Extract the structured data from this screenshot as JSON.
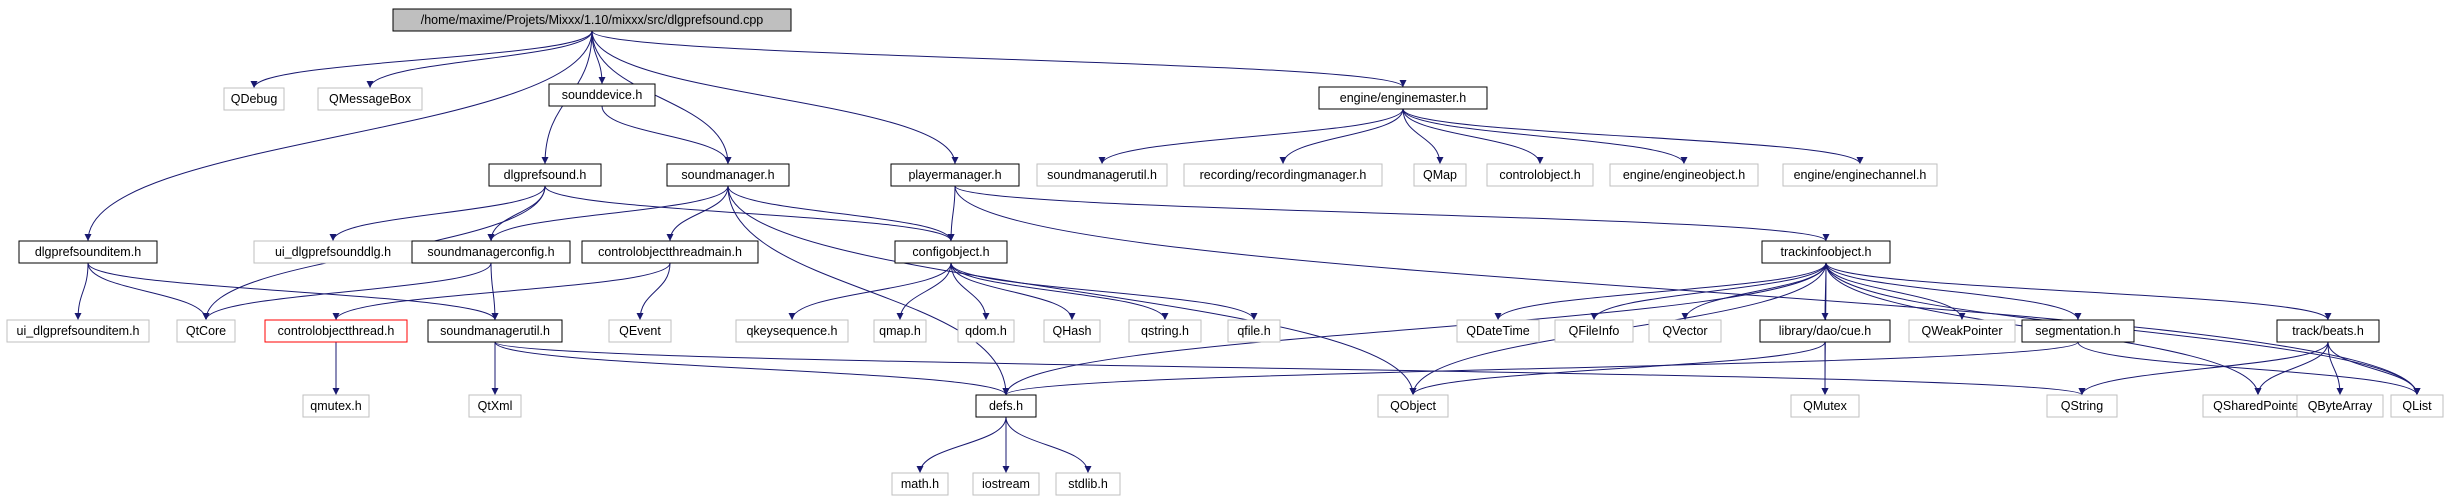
{
  "colors": {
    "edge": "#191970",
    "documented_border": "#000000",
    "undocumented_border": "#bfbfbf",
    "root_fill": "#bfbfbf",
    "incomplete_border": "#ff0000"
  },
  "nodes": [
    {
      "id": "root",
      "label": "/home/maxime/Projets/Mixxx/1.10/mixxx/src/dlgprefsound.cpp",
      "style": "root"
    },
    {
      "id": "qdebug",
      "label": "QDebug",
      "style": "grey"
    },
    {
      "id": "qmessagebox",
      "label": "QMessageBox",
      "style": "grey"
    },
    {
      "id": "sounddevice",
      "label": "sounddevice.h",
      "style": "doc"
    },
    {
      "id": "enginemaster",
      "label": "engine/enginemaster.h",
      "style": "doc"
    },
    {
      "id": "dlgprefsound_h",
      "label": "dlgprefsound.h",
      "style": "doc"
    },
    {
      "id": "soundmanager",
      "label": "soundmanager.h",
      "style": "doc"
    },
    {
      "id": "playermanager",
      "label": "playermanager.h",
      "style": "doc"
    },
    {
      "id": "soundmanagerutil_grey",
      "label": "soundmanagerutil.h",
      "style": "grey"
    },
    {
      "id": "recordingmanager",
      "label": "recording/recordingmanager.h",
      "style": "grey"
    },
    {
      "id": "qmap",
      "label": "QMap",
      "style": "grey"
    },
    {
      "id": "controlobject",
      "label": "controlobject.h",
      "style": "grey"
    },
    {
      "id": "engineobject",
      "label": "engine/engineobject.h",
      "style": "grey"
    },
    {
      "id": "enginechannel",
      "label": "engine/enginechannel.h",
      "style": "grey"
    },
    {
      "id": "dlgprefsounditem",
      "label": "dlgprefsounditem.h",
      "style": "doc"
    },
    {
      "id": "ui_dlgprefsounddlg",
      "label": "ui_dlgprefsounddlg.h",
      "style": "grey"
    },
    {
      "id": "soundmanagerconfig",
      "label": "soundmanagerconfig.h",
      "style": "doc"
    },
    {
      "id": "controlobjectthreadmain",
      "label": "controlobjectthreadmain.h",
      "style": "doc"
    },
    {
      "id": "configobject",
      "label": "configobject.h",
      "style": "doc"
    },
    {
      "id": "trackinfoobject",
      "label": "trackinfoobject.h",
      "style": "doc"
    },
    {
      "id": "ui_dlgprefsounditem",
      "label": "ui_dlgprefsounditem.h",
      "style": "grey"
    },
    {
      "id": "qtcore",
      "label": "QtCore",
      "style": "grey"
    },
    {
      "id": "controlobjectthread",
      "label": "controlobjectthread.h",
      "style": "red"
    },
    {
      "id": "soundmanagerutil",
      "label": "soundmanagerutil.h",
      "style": "doc"
    },
    {
      "id": "qevent",
      "label": "QEvent",
      "style": "grey"
    },
    {
      "id": "qkeysequence",
      "label": "qkeysequence.h",
      "style": "grey"
    },
    {
      "id": "qmap_h",
      "label": "qmap.h",
      "style": "grey"
    },
    {
      "id": "qdom",
      "label": "qdom.h",
      "style": "grey"
    },
    {
      "id": "qhash",
      "label": "QHash",
      "style": "grey"
    },
    {
      "id": "qstring_h",
      "label": "qstring.h",
      "style": "grey"
    },
    {
      "id": "qfile",
      "label": "qfile.h",
      "style": "grey"
    },
    {
      "id": "qdatetime",
      "label": "QDateTime",
      "style": "grey"
    },
    {
      "id": "qfileinfo",
      "label": "QFileInfo",
      "style": "grey"
    },
    {
      "id": "qvector",
      "label": "QVector",
      "style": "grey"
    },
    {
      "id": "cue",
      "label": "library/dao/cue.h",
      "style": "doc"
    },
    {
      "id": "qweakpointer",
      "label": "QWeakPointer",
      "style": "grey"
    },
    {
      "id": "segmentation",
      "label": "segmentation.h",
      "style": "doc"
    },
    {
      "id": "beats",
      "label": "track/beats.h",
      "style": "doc"
    },
    {
      "id": "qmutex_h",
      "label": "qmutex.h",
      "style": "grey"
    },
    {
      "id": "qtxml",
      "label": "QtXml",
      "style": "grey"
    },
    {
      "id": "defs",
      "label": "defs.h",
      "style": "doc"
    },
    {
      "id": "qobject",
      "label": "QObject",
      "style": "grey"
    },
    {
      "id": "qmutex",
      "label": "QMutex",
      "style": "grey"
    },
    {
      "id": "qstring",
      "label": "QString",
      "style": "grey"
    },
    {
      "id": "qsharedpointer",
      "label": "QSharedPointer",
      "style": "grey"
    },
    {
      "id": "qbytearray",
      "label": "QByteArray",
      "style": "grey"
    },
    {
      "id": "qlist",
      "label": "QList",
      "style": "grey"
    },
    {
      "id": "math",
      "label": "math.h",
      "style": "grey"
    },
    {
      "id": "iostream",
      "label": "iostream",
      "style": "grey"
    },
    {
      "id": "stdlib",
      "label": "stdlib.h",
      "style": "grey"
    }
  ],
  "edges": [
    [
      "root",
      "qdebug"
    ],
    [
      "root",
      "qmessagebox"
    ],
    [
      "root",
      "sounddevice"
    ],
    [
      "root",
      "enginemaster"
    ],
    [
      "root",
      "dlgprefsound_h"
    ],
    [
      "root",
      "soundmanager"
    ],
    [
      "root",
      "playermanager"
    ],
    [
      "root",
      "dlgprefsounditem"
    ],
    [
      "sounddevice",
      "soundmanager"
    ],
    [
      "enginemaster",
      "soundmanagerutil_grey"
    ],
    [
      "enginemaster",
      "recordingmanager"
    ],
    [
      "enginemaster",
      "qmap"
    ],
    [
      "enginemaster",
      "controlobject"
    ],
    [
      "enginemaster",
      "engineobject"
    ],
    [
      "enginemaster",
      "enginechannel"
    ],
    [
      "dlgprefsound_h",
      "qtcore"
    ],
    [
      "dlgprefsound_h",
      "ui_dlgprefsounddlg"
    ],
    [
      "dlgprefsound_h",
      "soundmanagerconfig"
    ],
    [
      "dlgprefsound_h",
      "configobject"
    ],
    [
      "soundmanager",
      "soundmanagerconfig"
    ],
    [
      "soundmanager",
      "controlobjectthreadmain"
    ],
    [
      "soundmanager",
      "configobject"
    ],
    [
      "soundmanager",
      "defs"
    ],
    [
      "soundmanager",
      "qobject"
    ],
    [
      "playermanager",
      "configobject"
    ],
    [
      "playermanager",
      "trackinfoobject"
    ],
    [
      "playermanager",
      "qlist"
    ],
    [
      "dlgprefsounditem",
      "ui_dlgprefsounditem"
    ],
    [
      "dlgprefsounditem",
      "qtcore"
    ],
    [
      "dlgprefsounditem",
      "soundmanagerutil"
    ],
    [
      "soundmanagerconfig",
      "qtcore"
    ],
    [
      "soundmanagerconfig",
      "soundmanagerutil"
    ],
    [
      "controlobjectthreadmain",
      "controlobjectthread"
    ],
    [
      "controlobjectthreadmain",
      "qevent"
    ],
    [
      "configobject",
      "qkeysequence"
    ],
    [
      "configobject",
      "qmap_h"
    ],
    [
      "configobject",
      "qdom"
    ],
    [
      "configobject",
      "qhash"
    ],
    [
      "configobject",
      "qstring_h"
    ],
    [
      "configobject",
      "qfile"
    ],
    [
      "controlobjectthread",
      "qmutex_h"
    ],
    [
      "soundmanagerutil",
      "qtxml"
    ],
    [
      "soundmanagerutil",
      "defs"
    ],
    [
      "soundmanagerutil",
      "qstring"
    ],
    [
      "trackinfoobject",
      "qobject"
    ],
    [
      "trackinfoobject",
      "qdatetime"
    ],
    [
      "trackinfoobject",
      "qfileinfo"
    ],
    [
      "trackinfoobject",
      "qvector"
    ],
    [
      "trackinfoobject",
      "cue"
    ],
    [
      "trackinfoobject",
      "qweakpointer"
    ],
    [
      "trackinfoobject",
      "segmentation"
    ],
    [
      "trackinfoobject",
      "beats"
    ],
    [
      "trackinfoobject",
      "defs"
    ],
    [
      "trackinfoobject",
      "qmutex"
    ],
    [
      "trackinfoobject",
      "qsharedpointer"
    ],
    [
      "trackinfoobject",
      "qlist"
    ],
    [
      "cue",
      "qobject"
    ],
    [
      "cue",
      "qmutex"
    ],
    [
      "segmentation",
      "defs"
    ],
    [
      "segmentation",
      "qlist"
    ],
    [
      "beats",
      "qstring"
    ],
    [
      "beats",
      "qsharedpointer"
    ],
    [
      "beats",
      "qbytearray"
    ],
    [
      "beats",
      "qlist"
    ],
    [
      "defs",
      "math"
    ],
    [
      "defs",
      "iostream"
    ],
    [
      "defs",
      "stdlib"
    ]
  ]
}
